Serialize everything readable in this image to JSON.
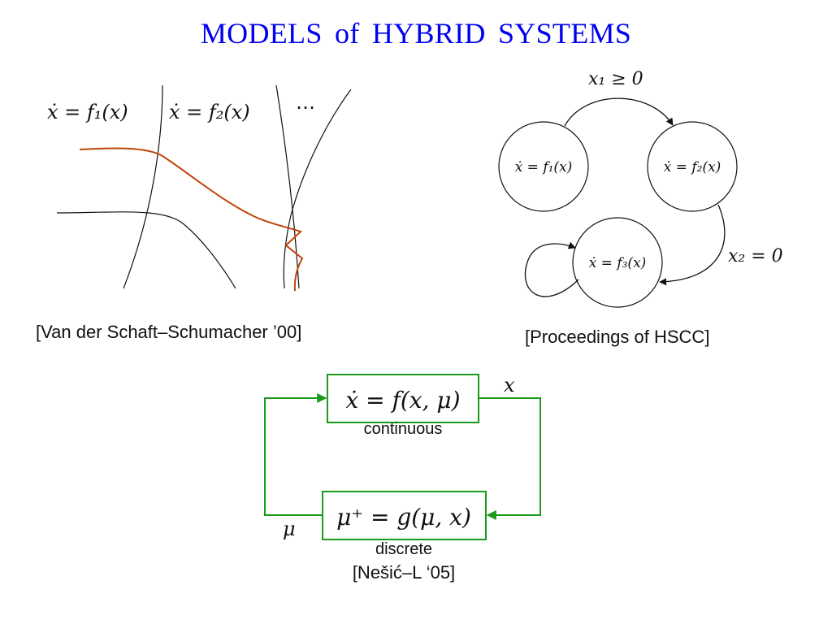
{
  "title": "MODELS  of  HYBRID  SYSTEMS",
  "switched": {
    "eq1": "ẋ = f₁(x)",
    "eq2": "ẋ = f₂(x)",
    "ellipsis": "⋯",
    "citation": "[Van der Schaft–Schumacher ’00]"
  },
  "automaton": {
    "guard1": "x₁ ≥ 0",
    "guard2": "x₂ = 0",
    "mode1": "ẋ = f₁(x)",
    "mode2": "ẋ = f₂(x)",
    "mode3": "ẋ = f₃(x)",
    "citation": "[Proceedings of HSCC]"
  },
  "feedback": {
    "continuous_eq": "ẋ = f(x, μ)",
    "continuous_label": "continuous",
    "discrete_eq": "μ⁺ = g(μ, x)",
    "discrete_label": "discrete",
    "signal_x": "x",
    "signal_mu": "μ",
    "citation": "[Nešić–L ‘05]"
  },
  "colors": {
    "title": "#0000ee",
    "trajectory": "#c0440a",
    "feedback": "#1a9a1a",
    "lines": "#111111"
  }
}
